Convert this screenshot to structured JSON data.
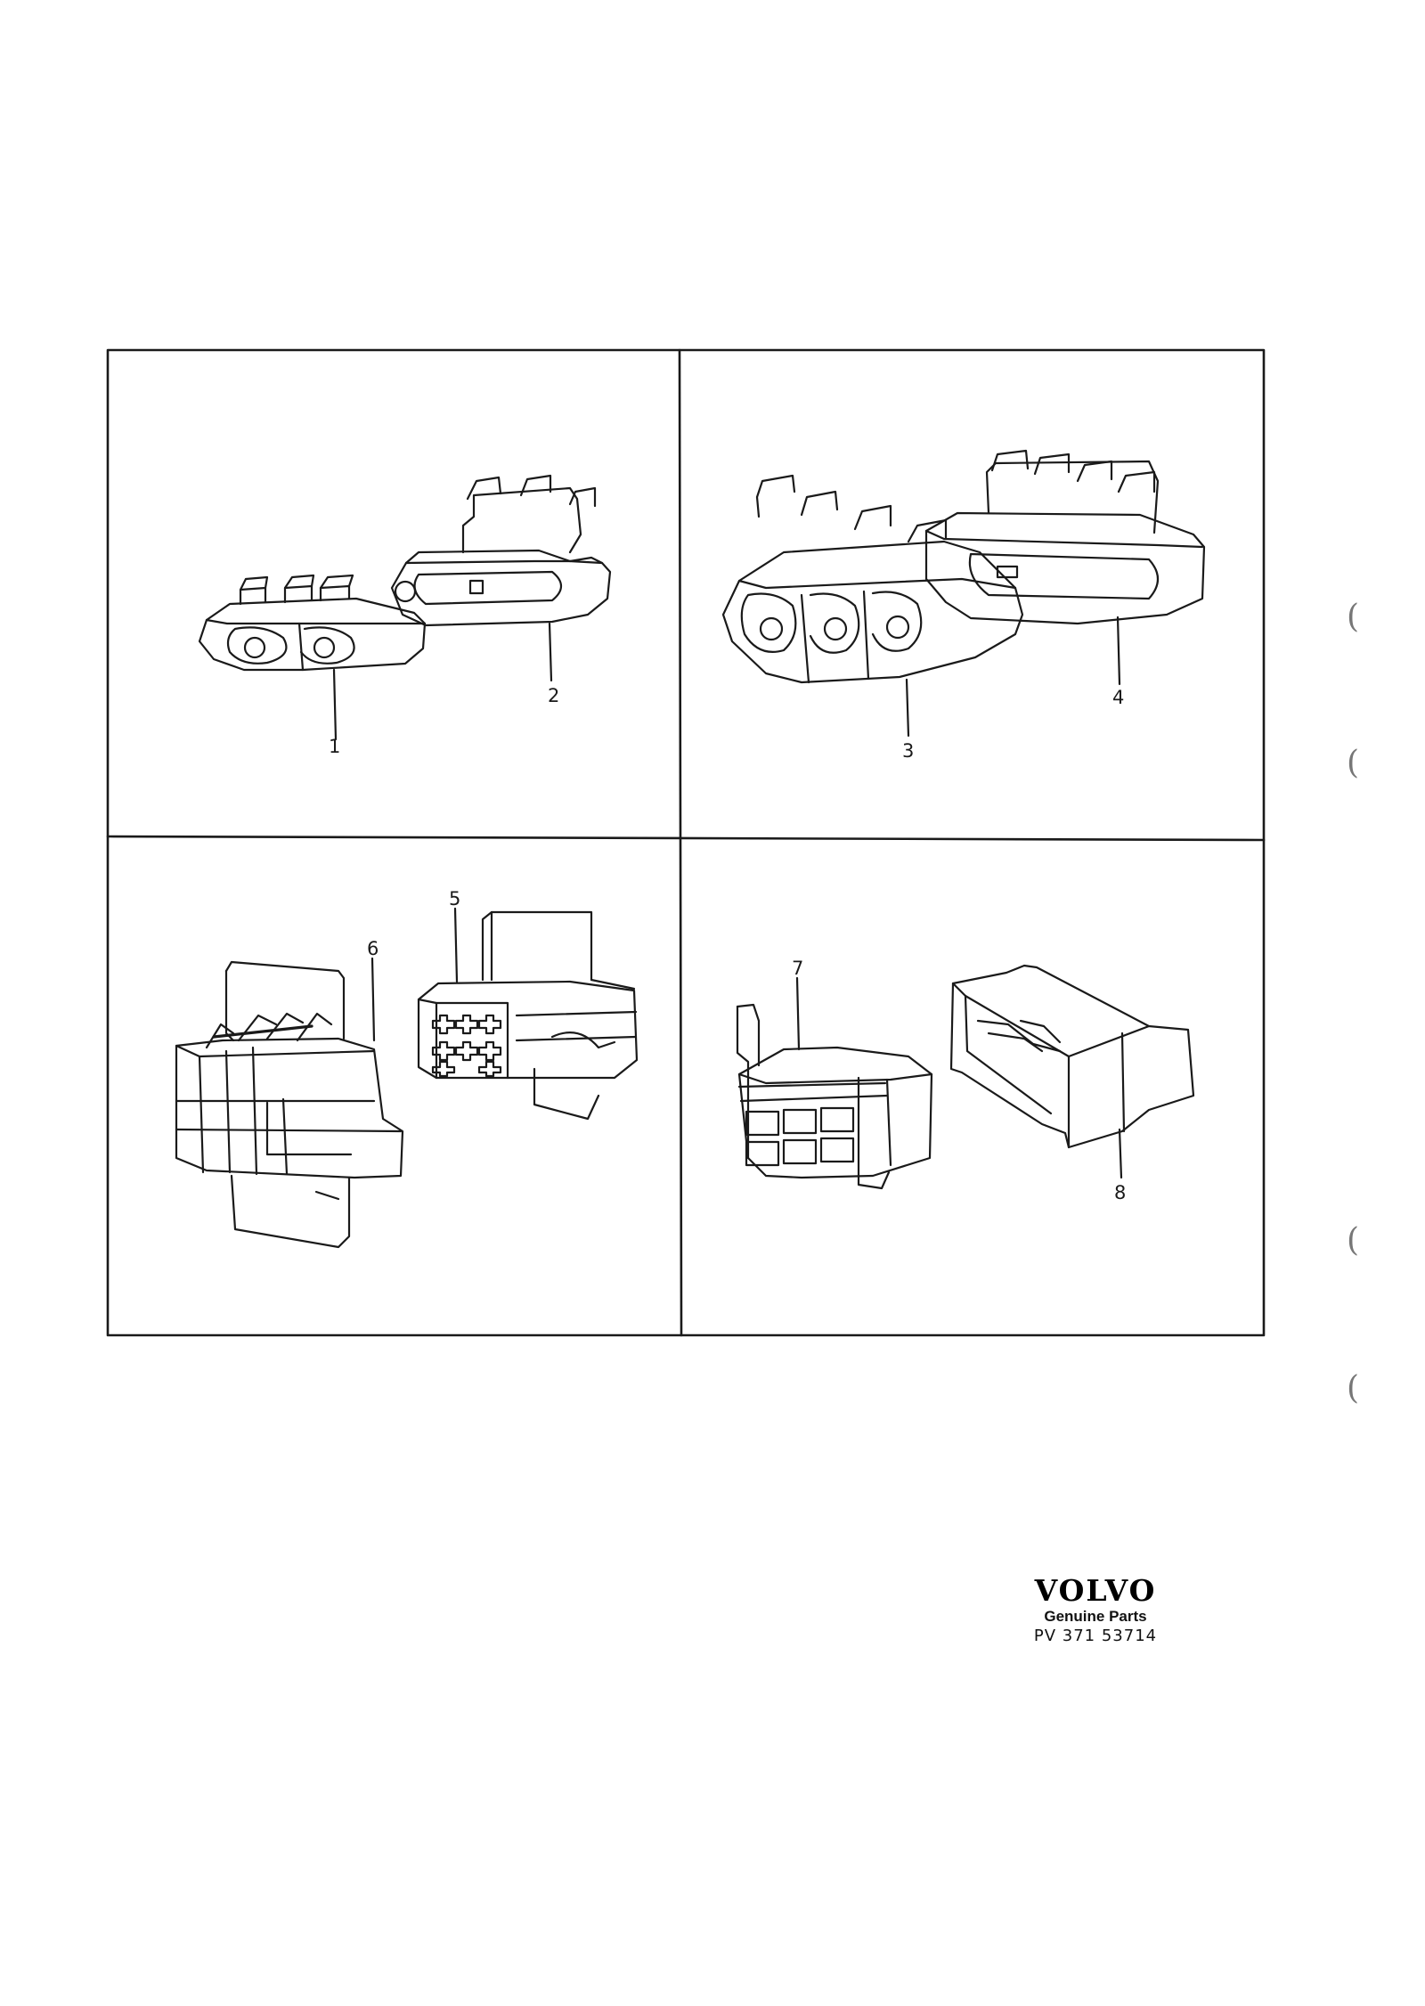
{
  "callouts": [
    "1",
    "2",
    "3",
    "4",
    "5",
    "6",
    "7",
    "8"
  ],
  "brand": {
    "logo": "VOLVO",
    "tagline": "Genuine Parts",
    "part_number": "PV 371 53714"
  },
  "colors": {
    "ink": "#1a1a1a",
    "paper": "#ffffff"
  }
}
